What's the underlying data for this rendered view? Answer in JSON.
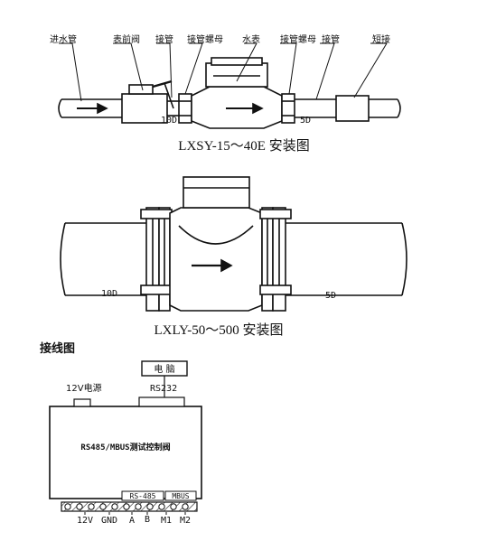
{
  "diagram1": {
    "labels": {
      "inlet_pipe": "进水管",
      "front_valve": "表前阀",
      "connector_left": "接管",
      "nut_left": "接管螺母",
      "meter": "水表",
      "nut_right": "接管螺母",
      "connector_right": "接管",
      "short_pipe": "短接"
    },
    "dim_upstream": "10D",
    "dim_downstream": "5D",
    "caption": "LXSY-15～40E 安装图"
  },
  "diagram2": {
    "dim_upstream": "10D",
    "dim_downstream": "5D",
    "caption": "LXLY-50～500  安装图"
  },
  "wiring": {
    "title": "接线图",
    "computer": "电  脑",
    "rs232": "RS232",
    "power": "12V电源",
    "controller": "RS485/MBUS测试控制阀",
    "group_rs485": "RS-485",
    "group_mbus": "MBUS",
    "terminals": [
      "12V",
      "GND",
      "A",
      "B",
      "M1",
      "M2"
    ]
  }
}
